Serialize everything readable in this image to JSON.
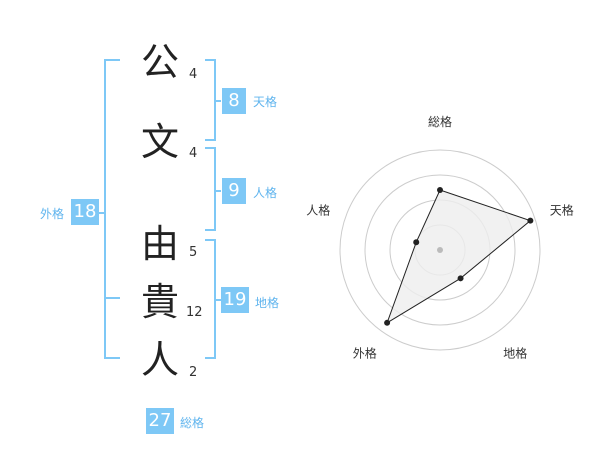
{
  "name": {
    "chars": [
      {
        "char": "公",
        "strokes": "4"
      },
      {
        "char": "文",
        "strokes": "4"
      },
      {
        "char": "由",
        "strokes": "5"
      },
      {
        "char": "貴",
        "strokes": "12"
      },
      {
        "char": "人",
        "strokes": "2"
      }
    ]
  },
  "fortune": {
    "tenkaku": {
      "value": "8",
      "label": "天格"
    },
    "jinkaku": {
      "value": "9",
      "label": "人格"
    },
    "chikaku": {
      "value": "19",
      "label": "地格"
    },
    "gaikaku": {
      "value": "18",
      "label": "外格"
    },
    "soukaku": {
      "value": "27",
      "label": "総格"
    }
  },
  "chart_data": {
    "type": "radar",
    "axes": [
      "総格",
      "天格",
      "地格",
      "外格",
      "人格"
    ],
    "values": [
      0.6,
      0.95,
      0.35,
      0.9,
      0.25
    ],
    "rings": 4,
    "colors": {
      "line": "#222222",
      "fill": "#eeeeee",
      "grid": "#cccccc",
      "center": "#bbbbbb"
    }
  },
  "colors": {
    "accent": "#7ec8f6",
    "accent_text": "#5fb4ee",
    "bracket": "#7ec8f6"
  }
}
